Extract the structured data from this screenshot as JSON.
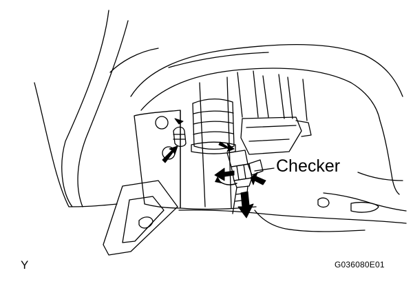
{
  "labels": {
    "checker": "Checker",
    "corner_mark": "Y",
    "figure_code": "G036080E01"
  },
  "colors": {
    "line": "#000000",
    "background": "#ffffff"
  },
  "icons": {
    "arrow": "filled-arrow-icon",
    "rotation": "curved-rotation-arrow-icon"
  }
}
